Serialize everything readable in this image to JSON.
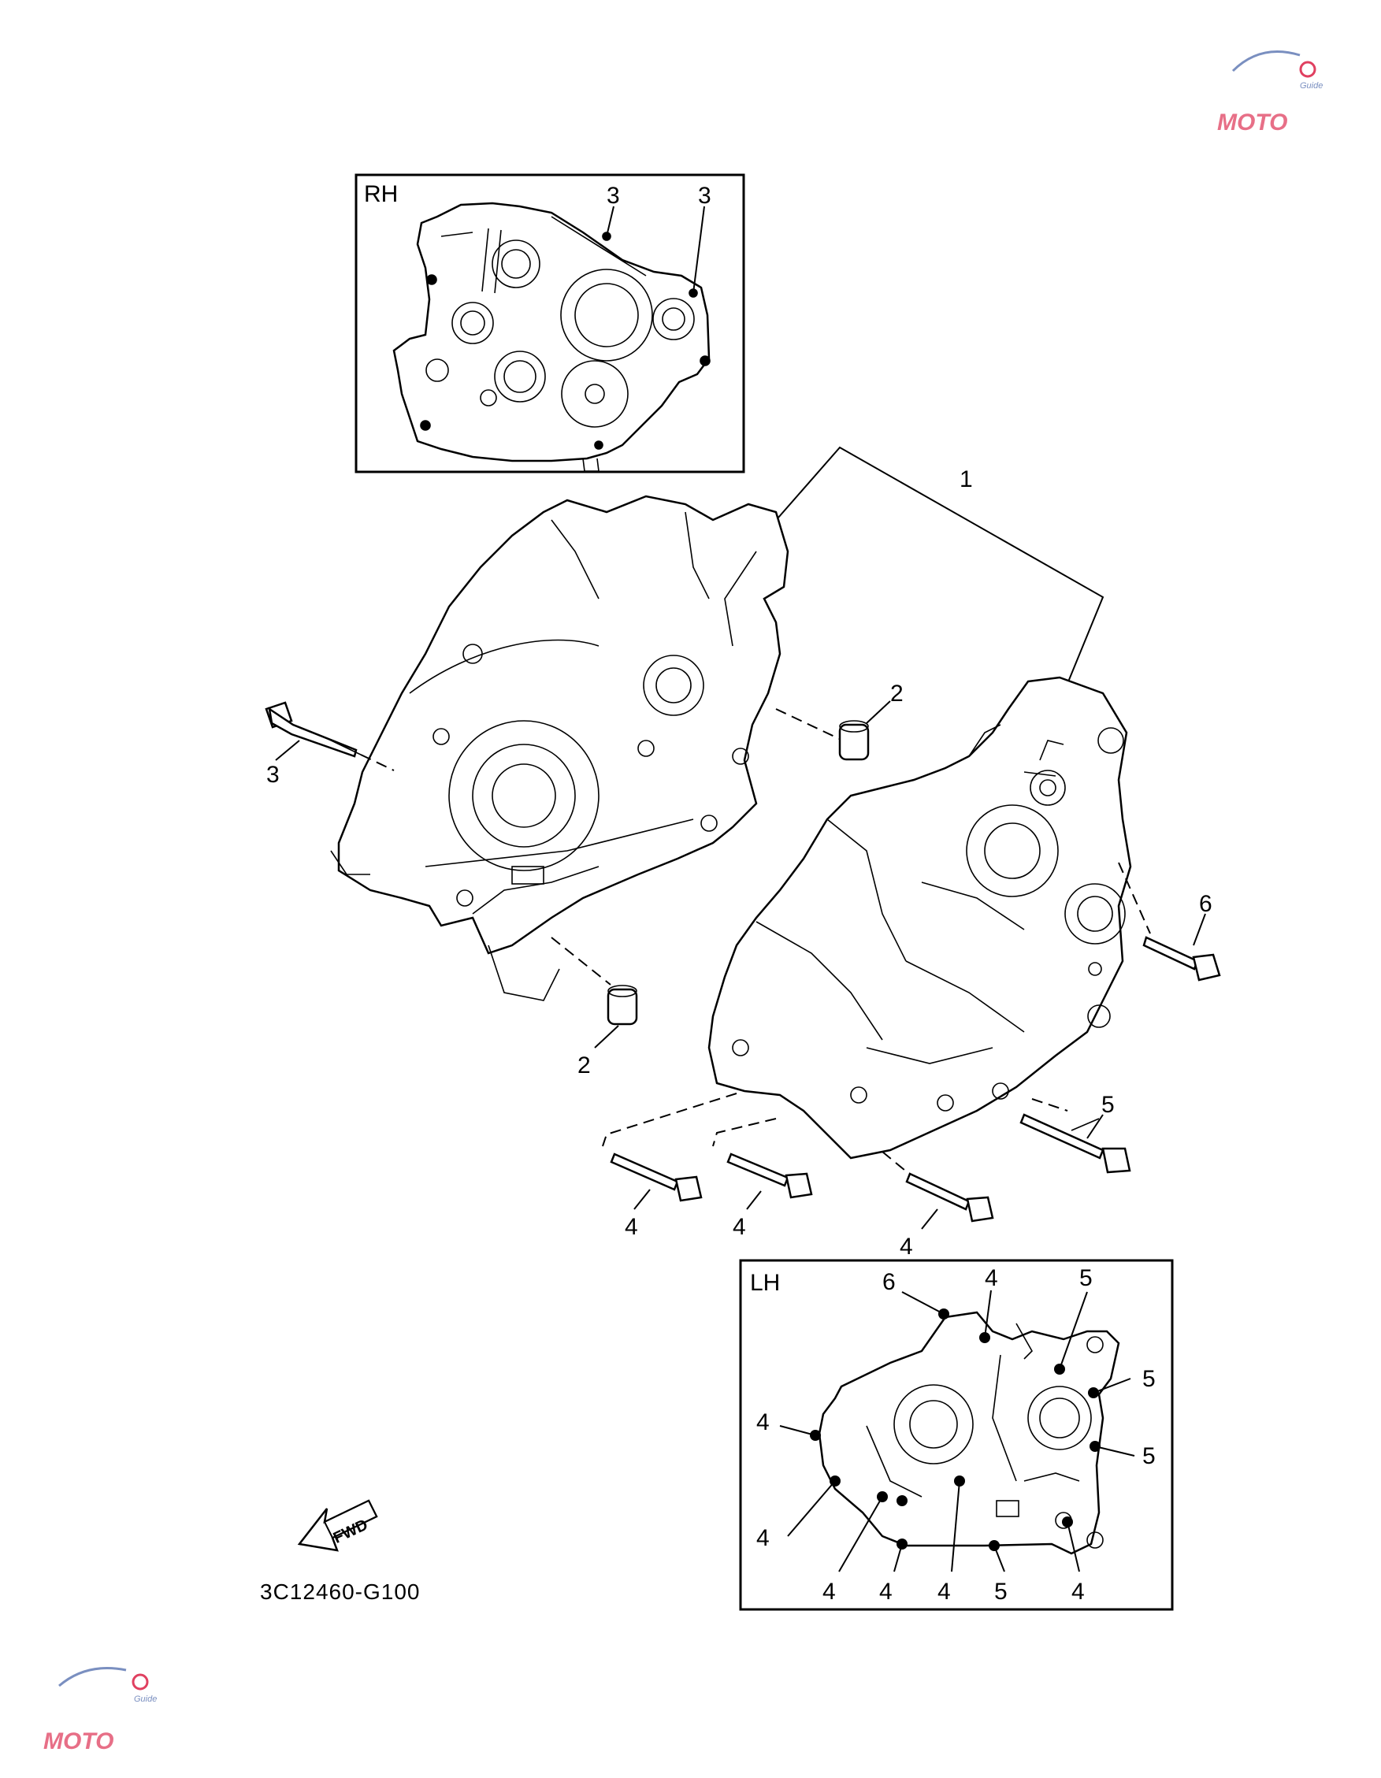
{
  "diagram": {
    "part_code": "3C12460-G100",
    "fwd_label": "FWD",
    "rh_box_label": "RH",
    "lh_box_label": "LH",
    "callouts": {
      "c1": "1",
      "c2a": "2",
      "c2b": "2",
      "c3a": "3",
      "c3b": "3",
      "c3c": "3",
      "c4a": "4",
      "c4b": "4",
      "c4c": "4",
      "c5": "5",
      "c6": "6"
    },
    "lh_callouts": {
      "l6": "6",
      "l4a": "4",
      "l5a": "5",
      "l5b": "5",
      "l5c": "5",
      "l4b": "4",
      "l4c": "4",
      "l4d": "4",
      "l4e": "4",
      "l4f": "4",
      "l5d": "5",
      "l4g": "4"
    }
  },
  "watermark": {
    "text_main": "MOTO",
    "text_sub": "Guide"
  }
}
